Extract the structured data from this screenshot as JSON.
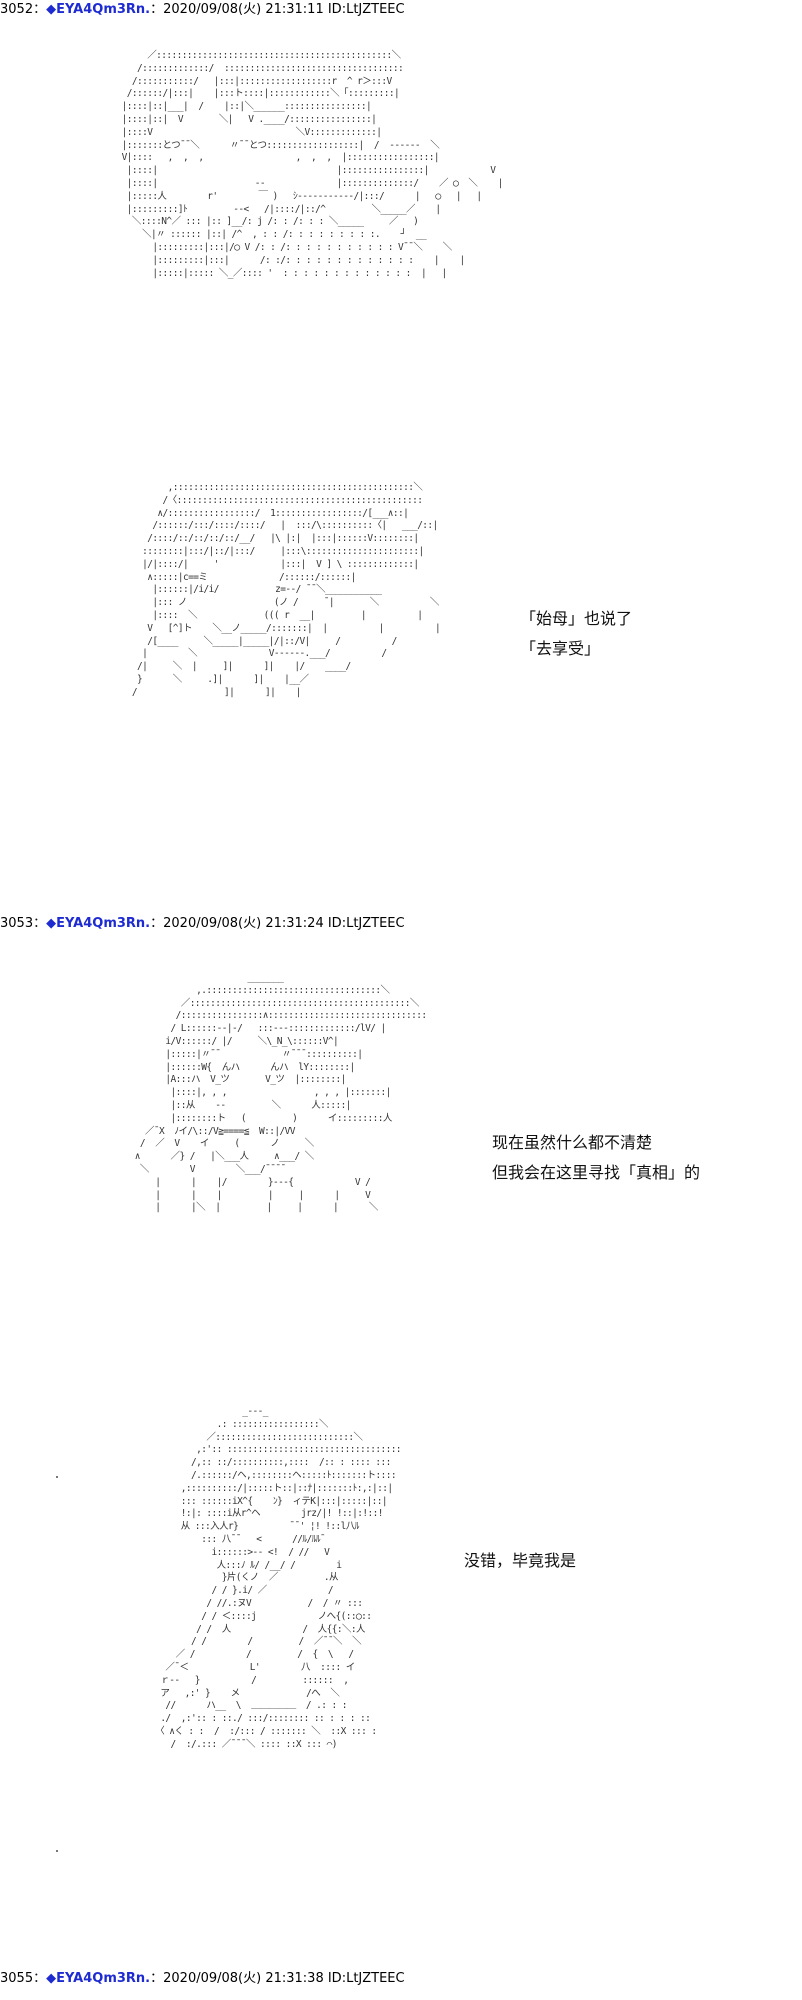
{
  "posts": [
    {
      "number": "3052",
      "separator": "：",
      "name": "◆EYA4Qm3Rn",
      "name_suffix": ".",
      "meta": "：2020/09/08(火) 21:31:11 ID:LtJZTEEC",
      "panels": [
        {
          "dialogue": [],
          "ascii_art": "          ／::::::::::::::::::::::::::::::::::::::::::::::＼\n        /:::::::::::::/  :::::::::::::::::::::::::::::::::::\n       /:::::::::::/   |:::|::::::::::::::::::r  ^ r＞:::V\n      /::::::/|:::|    |:::ト::::|::::::::::::＼「:::::::::|\n     |::::|::|___|  /    |::|＼______::::::::::::::::|\n     |::::|::|  V       ＼|   V .____/::::::::::::::::|\n     |::::V                            ＼V:::::::::::::|\n     |:::::::とつ¯¯＼      〃¯¯とつ::::::::::::::::::|  /  ------  ＼\n     V|::::   ,  ,  ,                  ,  ,  ,  |:::::::::::::::::|\n      |::::|                                   |::::::::::::::::|            V\n      |::::|                   --              |::::::::::::::/    ／ ◯  ＼    |\n      |:::::人        r'        ￣ )   ｼ-----------/|:::/      |   ◯   |   |\n      |:::::::::]ﾄ         --<   /|::::/|::/^         ＼_____／    |\n       ＼::::N^／ ::: |:: ]__/: j /: : /: : : ＼_____     ／   )\n         ＼|〃 :::::: |::| /^  , : : /: : : : : : : : :.    ┘  __\n           |:::::::::|:::|/◯ V /: : /: : : : : : : : : : : V¯¯＼    ＼\n           |:::::::::|:::|      /: :/: : : : : : : : : : : : :    |    |\n           |:::::|::::: ＼_／:::: '  : : : : : : : : : : : : :  |   |"
        },
        {
          "dialogue": [
            "「始母」也说了",
            "「去享受」"
          ],
          "ascii_art": "              ,:::::::::::::::::::::::::::::::::::::::::::::::＼\n             /〈::::::::::::::::::::::::::::::::::::::::::::::::\n            ∧/:::::::::::::::::/  1:::::::::::::::::/[___∧::|\n           /::::::/:::/::::/::::/   |  :::/\\::::::::::〈|   ___/::|\n          /::::/::/::/::/::/__/   |\\ |:|  |:::|::::::V::::::::|\n         ::::::::|:::/|::/|:::/     |:::\\::::::::::::::::::::::|\n         |/|::::/|     '            |:::|  V ] \\ :::::::::::::|\n          ∧:::::|c==ミ              /::::::/::::::|\n           |::::::|/i/i/           z=--/ ¯¯＼___________\n           |::: ノ                 (ノ /     ¯|       ＼          ＼\n           |::::  ＼             ((( r  __|         |          |\n          V   [^]ト    ＼__ノ_____/:::::::|  |          |          |\n          /[____     ＼_____|_____|/|::/V|     /          /\n         |        ＼              V------.___/          /\n        /|     ＼  |     ]|      ]|    |/    ____/\n        }      ＼     .]|      ]|    |__／\n       /                 ]|      ]|    |"
        }
      ]
    },
    {
      "number": "3053",
      "separator": "：",
      "name": "◆EYA4Qm3Rn",
      "name_suffix": ".",
      "meta": "：2020/09/08(火) 21:31:24 ID:LtJZTEEC",
      "panels": [
        {
          "dialogue": [
            "现在虽然什么都不清楚",
            "但我会在这里寻找「真相」的"
          ],
          "ascii_art": "                            _______\n                  ,.::::::::::::::::::::::::::::::::::＼\n               ／:::::::::::::::::::::::::::::::::::::::::::＼\n              /::::::::::::::::∧:::::::::::::::::::::::::::::::\n             / L::::::--|-/   :::---:::::::::::::/lV/ |\n            i/V::::::/ |/     ＼\\_N_\\::::::V^|\n            |:::::|〃¯¯            〃¯¯¯::::::::::|\n            |::::::W{  んハ      んハ  lY::::::::|\n            |A:::ハ  V_ツ       V_ツ  |::::::::|\n             |::::|, , ,                 , , , |:::::::|\n             |::从    --         ＼      人:::::|\n             |::::::::ト   (         )      イ:::::::::人\n        ／¯X  ﾉイ/\\::/V≧====≦  W::|/VV\n       /  ／  V    イ     (      ノ     ＼\n      ∧      ／} /   |＼___人     ∧___/ ＼\n       ＼        V        ＼___/¯¯¯¯\n          |      |    |/        }---{            V /\n          |      |    |         |     |      |     V\n          |      |＼  |         |     |      |      ＼"
        },
        {
          "dialogue": [
            "没错，毕竟我是"
          ],
          "ascii_art": "                           _---_\n                      .: :::::::::::::::::＼\n                    ／:::::::::::::::::::::::::::＼\n                  ,:':: ::::::::::::::::::::::::::::::::::\n                 /,:: ::/::::::::::,::::  /:: : :::: :::\n                 /.::::::/ヘ,::::::::ヘ:::::ﾄ:::::::ト::::\n               ,::::::::::/|:::::ト::|::ﾅ|:::::::ﾄ:,:|::|\n               ::: ::::::iX^{    ﾝ}  ィテK|:::|:::::|::|\n               !:|: ::::i从r^ヘ        jrz/|! !::|:!::!\n               从 :::入人r}          ¯¯' ¦! !::l八ﾙ\n                   ::: 八¯¯   <      //ﾙ/ﾙﾙ¯\n                     i::::::>-- <!  / //   V\n                      人:::ﾉ ﾙ/ /__/ /        i\n                       }片(くノ  ／         .从\n                     / / }.i/ ／            /\n                    / //.:ヌV           /  / 〃 :::\n                   / / ＜::::j            ノへ{(::◯::\n                  / /  人              /  人{{:＼:人\n                 / /        /         /  ／¯¯＼  ＼\n              ／ /          /         /  {  \\   /\n            ／¯＜            L'        八  :::: イ\n           ｒ--   }          /         ::::::  ,\n           ア   ,:' }    メ             /へ  ＼\n            //      ハ__  \\  ＿＿＿＿＿  / .: : :\n           ./  ,:':: : ::./ :::/:::::::: :: : : : ::\n          〈 ∧く : :  /  :/::: / ::::::: ＼  ::X ::: :\n             /  :/.::: ／¯¯¯＼ :::: ::X ::: ⌒)"
        }
      ]
    },
    {
      "number": "3055",
      "separator": "：",
      "name": "◆EYA4Qm3Rn",
      "name_suffix": ".",
      "meta": "：2020/09/08(火) 21:31:38 ID:LtJZTEEC",
      "panels": []
    }
  ]
}
